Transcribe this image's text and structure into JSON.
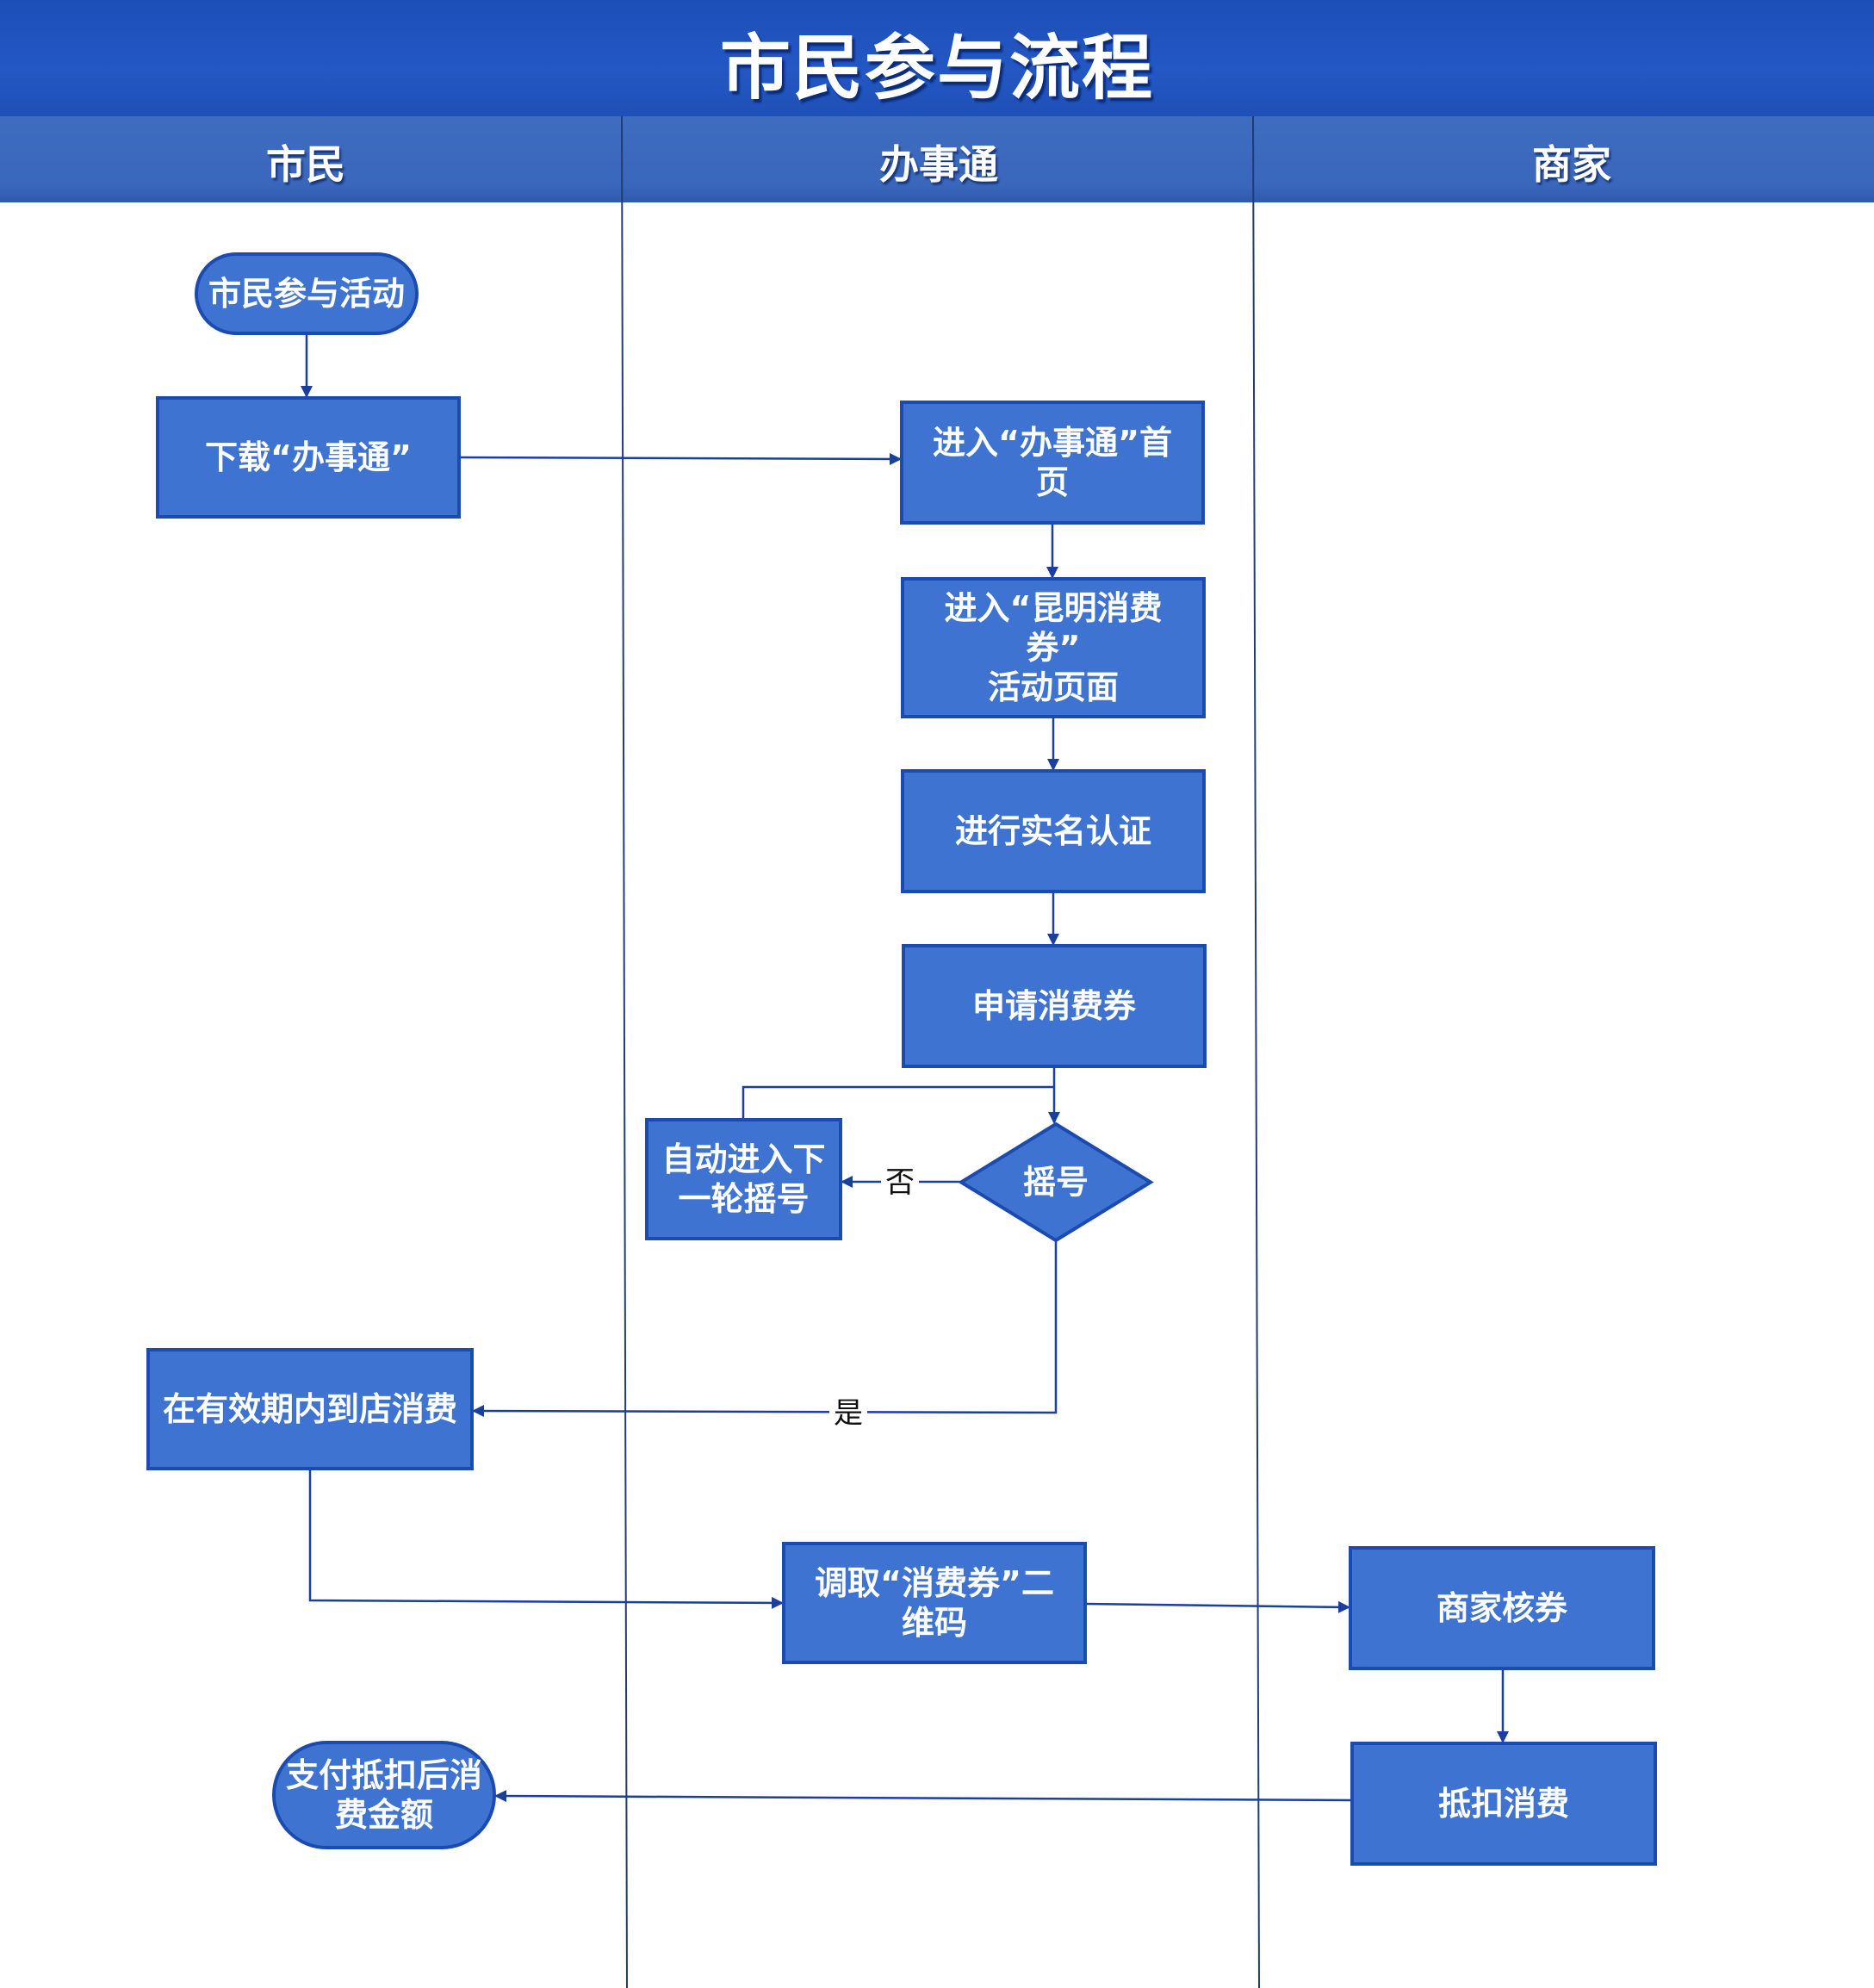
{
  "title": "市民参与流程",
  "lanes": [
    {
      "id": "citizen",
      "label": "市民"
    },
    {
      "id": "app",
      "label": "办事通"
    },
    {
      "id": "merchant",
      "label": "商家"
    }
  ],
  "colors": {
    "node_fill": "#3f73d2",
    "node_stroke": "#1b4ab0",
    "edge": "#1a3f9c",
    "title_bg": "#2357c4",
    "lane_header_bg": "#3e6cbf"
  },
  "nodes": [
    {
      "id": "n1",
      "shape": "terminator",
      "lane": "citizen",
      "lines": [
        "市民参与活动"
      ]
    },
    {
      "id": "n2",
      "shape": "process",
      "lane": "citizen",
      "lines": [
        "下载“办事通”"
      ]
    },
    {
      "id": "n3",
      "shape": "process",
      "lane": "app",
      "lines": [
        "进入“办事通”首",
        "页"
      ]
    },
    {
      "id": "n4",
      "shape": "process",
      "lane": "app",
      "lines": [
        "进入“昆明消费",
        "券”",
        "活动页面"
      ]
    },
    {
      "id": "n5",
      "shape": "process",
      "lane": "app",
      "lines": [
        "进行实名认证"
      ]
    },
    {
      "id": "n6",
      "shape": "process",
      "lane": "app",
      "lines": [
        "申请消费券"
      ]
    },
    {
      "id": "n7",
      "shape": "decision",
      "lane": "app",
      "lines": [
        "摇号"
      ]
    },
    {
      "id": "n8",
      "shape": "process",
      "lane": "app",
      "lines": [
        "自动进入下",
        "一轮摇号"
      ]
    },
    {
      "id": "n9",
      "shape": "process",
      "lane": "citizen",
      "lines": [
        "在有效期内到店消费"
      ]
    },
    {
      "id": "n10",
      "shape": "process",
      "lane": "app",
      "lines": [
        "调取“消费券”二",
        "维码"
      ]
    },
    {
      "id": "n11",
      "shape": "process",
      "lane": "merchant",
      "lines": [
        "商家核券"
      ]
    },
    {
      "id": "n12",
      "shape": "process",
      "lane": "merchant",
      "lines": [
        "抵扣消费"
      ]
    },
    {
      "id": "n13",
      "shape": "terminator",
      "lane": "citizen",
      "lines": [
        "支付抵扣后消",
        "费金额"
      ]
    }
  ],
  "edges": [
    {
      "from": "n1",
      "to": "n2",
      "label": ""
    },
    {
      "from": "n2",
      "to": "n3",
      "label": ""
    },
    {
      "from": "n3",
      "to": "n4",
      "label": ""
    },
    {
      "from": "n4",
      "to": "n5",
      "label": ""
    },
    {
      "from": "n5",
      "to": "n6",
      "label": ""
    },
    {
      "from": "n6",
      "to": "n7",
      "label": ""
    },
    {
      "from": "n7",
      "to": "n8",
      "label": "否"
    },
    {
      "from": "n8",
      "to": "n7",
      "label": ""
    },
    {
      "from": "n7",
      "to": "n9",
      "label": "是"
    },
    {
      "from": "n9",
      "to": "n10",
      "label": ""
    },
    {
      "from": "n10",
      "to": "n11",
      "label": ""
    },
    {
      "from": "n11",
      "to": "n12",
      "label": ""
    },
    {
      "from": "n12",
      "to": "n13",
      "label": ""
    }
  ]
}
